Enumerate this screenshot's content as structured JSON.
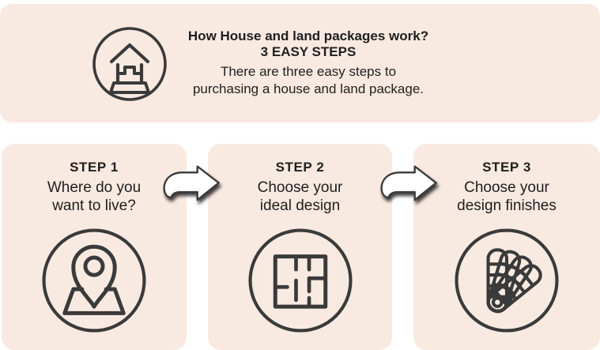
{
  "colors": {
    "panel_bg": "#f9eae1",
    "page_bg": "#ffffff",
    "ink": "#1e1e1e",
    "icon_stroke": "#3a3a3a",
    "arrow_fill": "#ffffff"
  },
  "header": {
    "icon": "house-icon",
    "title_line1": "How House and land packages work?",
    "title_line2": "3 EASY STEPS",
    "subtitle_line1": "There are three easy steps to",
    "subtitle_line2": "purchasing a house and land package."
  },
  "steps": [
    {
      "title": "STEP 1",
      "line1": "Where do you",
      "line2": "want to live?",
      "icon": "map-pin-icon"
    },
    {
      "title": "STEP 2",
      "line1": "Choose your",
      "line2": "ideal design",
      "icon": "floor-plan-icon"
    },
    {
      "title": "STEP 3",
      "line1": "Choose your",
      "line2": "design finishes",
      "icon": "swatch-fan-icon"
    }
  ],
  "arrows": [
    {
      "icon": "arrow-right-icon"
    },
    {
      "icon": "arrow-right-icon"
    }
  ]
}
